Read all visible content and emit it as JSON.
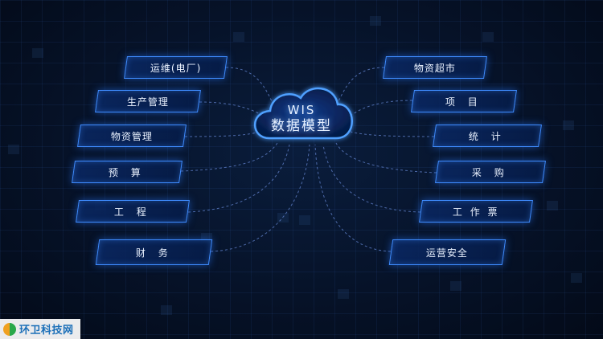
{
  "center": {
    "line1": "WIS",
    "line2": "数据模型"
  },
  "left_nodes": [
    "运维(电厂)",
    "生产管理",
    "物资管理",
    "预  算",
    "工  程",
    "财  务"
  ],
  "right_nodes": [
    "物资超市",
    "项  目",
    "统  计",
    "采  购",
    "工 作 票",
    "运营安全"
  ],
  "watermark": "环卫科技网",
  "colors": {
    "accent": "#3f8cff",
    "background": "#061228",
    "text": "#eaf2ff"
  }
}
